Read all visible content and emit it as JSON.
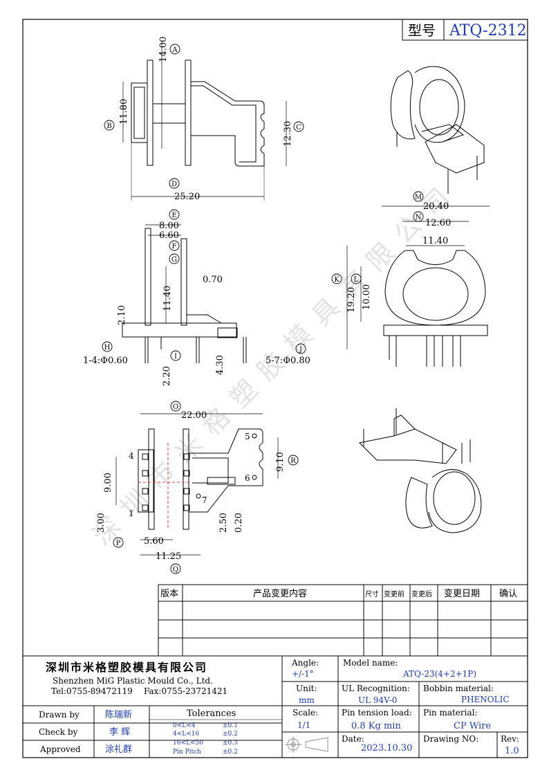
{
  "title_box": {
    "label": "型号",
    "model": "ATQ-2312"
  },
  "dims": {
    "d14": "14.00",
    "d11_80": "11.80",
    "d12_30": "12.30",
    "d25_20": "25.20",
    "d8": "8.00",
    "d6_60": "6.60",
    "d0_70": "0.70",
    "d11_40": "11.40",
    "d2_10": "2.10",
    "pin14": "1-4:Φ0.60",
    "d2_20": "2.20",
    "d4_30": "4.30",
    "pin57": "5-7:Φ0.80",
    "d20_40": "20.40",
    "d12_60": "12.60",
    "d11_40b": "11.40",
    "d19_20": "19.20",
    "d10": "10.00",
    "d22": "22.00",
    "d9_10": "9.10",
    "d9": "9.00",
    "d3": "3.00",
    "d5_60": "5.60",
    "d11_25": "11.25",
    "d2_50": "2.50",
    "d0_20": "0.20"
  },
  "callouts": [
    "A",
    "B",
    "C",
    "D",
    "E",
    "F",
    "G",
    "H",
    "I",
    "J",
    "K",
    "L",
    "M",
    "N",
    "O",
    "P",
    "Q",
    "R"
  ],
  "pins": [
    "1",
    "4",
    "5",
    "6",
    "7"
  ],
  "change_table": {
    "headers": [
      "版本",
      "产品变更内容",
      "尺寸",
      "变更前",
      "变更后",
      "变更日期",
      "确认"
    ]
  },
  "company": {
    "name_cn": "深圳市米格塑胶模具有限公司",
    "name_en": "Shenzhen MiG Plastic Mould Co., Ltd.",
    "tel": "Tel:0755-89472119",
    "fax": "Fax:0755-23721421"
  },
  "roles": {
    "drawn_label": "Drawn by",
    "drawn_value": "陈瑞新",
    "check_label": "Check by",
    "check_value": "李 辉",
    "approved_label": "Approved",
    "approved_value": "涂礼群"
  },
  "tolerances": {
    "title": "Tolerances",
    "rows": [
      {
        "range": "0<L<4",
        "val": "±0.1"
      },
      {
        "range": "4<L<16",
        "val": "±0.2"
      },
      {
        "range": "16<L<50",
        "val": "±0.3"
      },
      {
        "range": "Pin Pitch",
        "val": "±0.2"
      }
    ]
  },
  "angle": {
    "label": "Angle:",
    "value": "+/-1°"
  },
  "unit": {
    "label": "Unit:",
    "value": "mm"
  },
  "scale": {
    "label": "Scale:",
    "value": "1/1"
  },
  "model_name": {
    "label": "Model name:",
    "value": "ATQ-23(4+2+1P)"
  },
  "ul": {
    "label": "UL Recognition:",
    "value": "UL 94V-0"
  },
  "bobbin": {
    "label": "Bobbin material:",
    "value": "PHENOLIC"
  },
  "pin_tension": {
    "label": "Pin tension load:",
    "value": "0.8 Kg min"
  },
  "pin_material": {
    "label": "Pin material:",
    "value": "CP Wire"
  },
  "date": {
    "label": "Date:",
    "value": "2023.10.30"
  },
  "drawing_no": {
    "label": "Drawing NO:",
    "value": ""
  },
  "rev": {
    "label": "Rev:",
    "value": "1.0"
  },
  "watermark": "深圳市米格塑胶模具有限公司"
}
